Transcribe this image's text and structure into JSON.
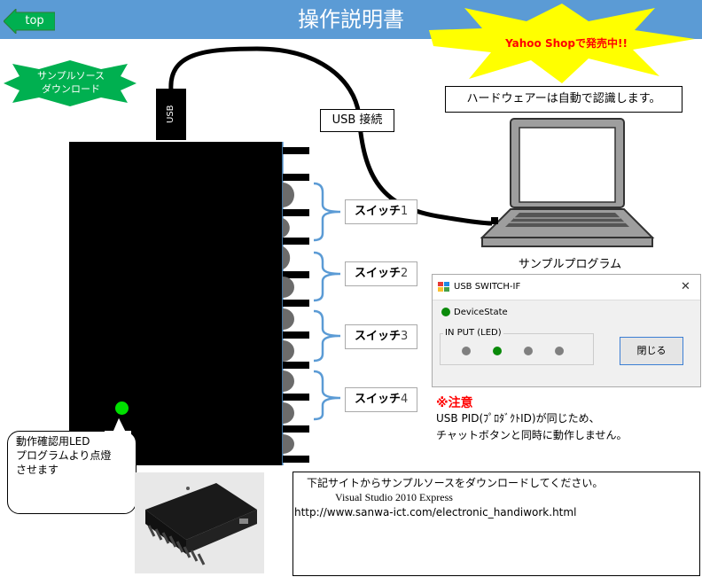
{
  "header": {
    "title": "操作説明書",
    "top_label": "top"
  },
  "star_sample": {
    "line1": "サンプルソース",
    "line2": "ダウンロード"
  },
  "star_yahoo": {
    "label": "Yahoo Shopで発売中!!"
  },
  "usb_connector_label": "USB",
  "usb_connection_label": "USB 接続",
  "hardware_note": "ハードウェアーは自動で認識します。",
  "pc_caption": "サンプルプログラム",
  "switches": [
    {
      "name": "スイッチ",
      "num": "1"
    },
    {
      "name": "スイッチ",
      "num": "2"
    },
    {
      "name": "スイッチ",
      "num": "3"
    },
    {
      "name": "スイッチ",
      "num": "4"
    }
  ],
  "dialog": {
    "title": "USB SWITCH-IF",
    "close_glyph": "✕",
    "device_state": "DeviceState",
    "group_label": "IN PUT (LED)",
    "close_button": "閉じる",
    "led_states": [
      "off",
      "on",
      "off",
      "off"
    ]
  },
  "caution": {
    "title": "※注意",
    "line1": "USB PID(ﾌﾟﾛﾀﾞｸﾄID)が同じため、",
    "line2": "チャットボタンと同時に動作しません。"
  },
  "bubble": {
    "line1": "動作確認用LED",
    "line2": "プログラムより点燈",
    "line3": "させます"
  },
  "info": {
    "line1": "下記サイトからサンプルソースをダウンロードしてください。",
    "line2": "Visual Studio 2010 Express",
    "line3": "http://www.sanwa-ict.com/electronic_handiwork.html"
  },
  "colors": {
    "header": "#5b9bd5",
    "top_button": "#00b050",
    "star_green": "#00b050",
    "star_yellow": "#ffff00",
    "led_green": "#00e000",
    "bracket": "#5b9bd5",
    "caution": "#ff0000"
  }
}
